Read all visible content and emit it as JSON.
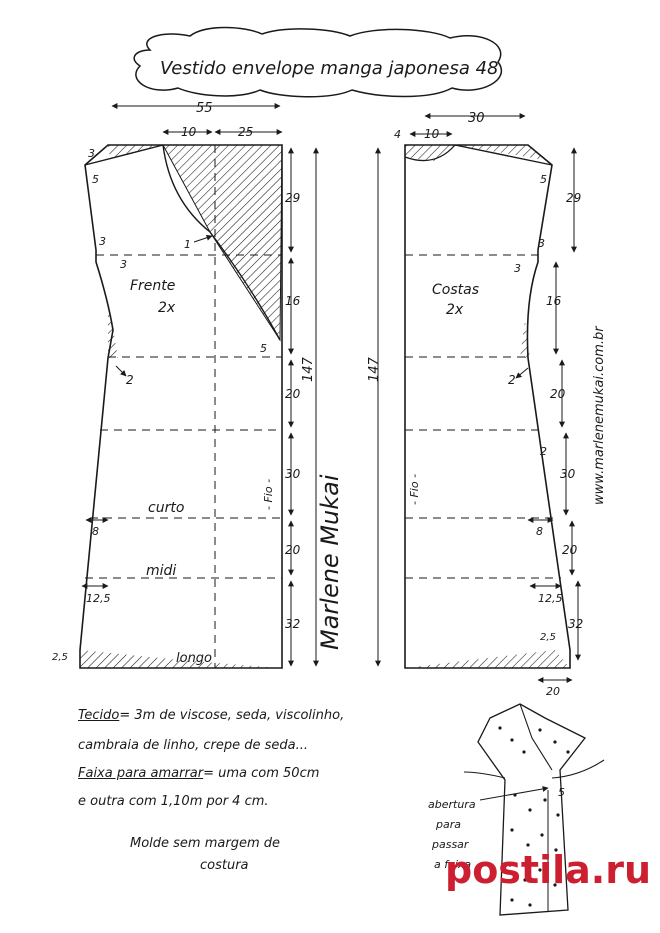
{
  "title": "Vestido envelope manga japonesa 48",
  "front": {
    "label": "Frente",
    "qty": "2x",
    "width": "55",
    "neck_w": "10",
    "overlap_w": "25",
    "shoulder_drop": "3",
    "shoulder_in": "5",
    "armhole_step": "3",
    "armhole_in": "3",
    "side_in": "2",
    "wrap_mark": "1",
    "wrap_end": "5",
    "length": "147",
    "grain": "- Fio -",
    "hem_up": "2,5",
    "lengths": [
      "29",
      "16",
      "20",
      "30",
      "20",
      "32"
    ],
    "hem_steps": [
      "8",
      "12,5"
    ],
    "cut_labels": [
      "curto",
      "midi",
      "longo"
    ]
  },
  "back": {
    "label": "Costas",
    "qty": "2x",
    "width": "30",
    "neck_w": "10",
    "neck_drop": "4",
    "shoulder_in": "5",
    "armhole_in": "3",
    "armhole_step": "3",
    "side_in": "2",
    "side_in2": "2",
    "length": "147",
    "grain": "- Fio -",
    "hem_up": "2,5",
    "hem_out": "20",
    "lengths": [
      "29",
      "16",
      "20",
      "30",
      "20",
      "32"
    ],
    "hem_steps": [
      "8",
      "12,5"
    ]
  },
  "signature": "Marlene Mukai",
  "site": "www.marlenemukai.com.br",
  "notes": {
    "fabric_label": "Tecido",
    "fabric_text": "= 3m  de viscose, seda, viscolinho,",
    "fabric_text2": "cambraia de linho, crepe de seda...",
    "sash_label": "Faixa para amarrar",
    "sash_text": "= uma com 50cm",
    "sash_text2": "e outra com 1,10m por 4 cm.",
    "seam_1": "Molde sem margem de",
    "seam_2": "costura"
  },
  "callout": [
    "abertura",
    "para",
    "passar",
    "a faixa"
  ],
  "callout_mark": "5",
  "watermark": "postila.ru",
  "colors": {
    "ink": "#1a1a1a",
    "watermark": "#cc1f2f"
  }
}
